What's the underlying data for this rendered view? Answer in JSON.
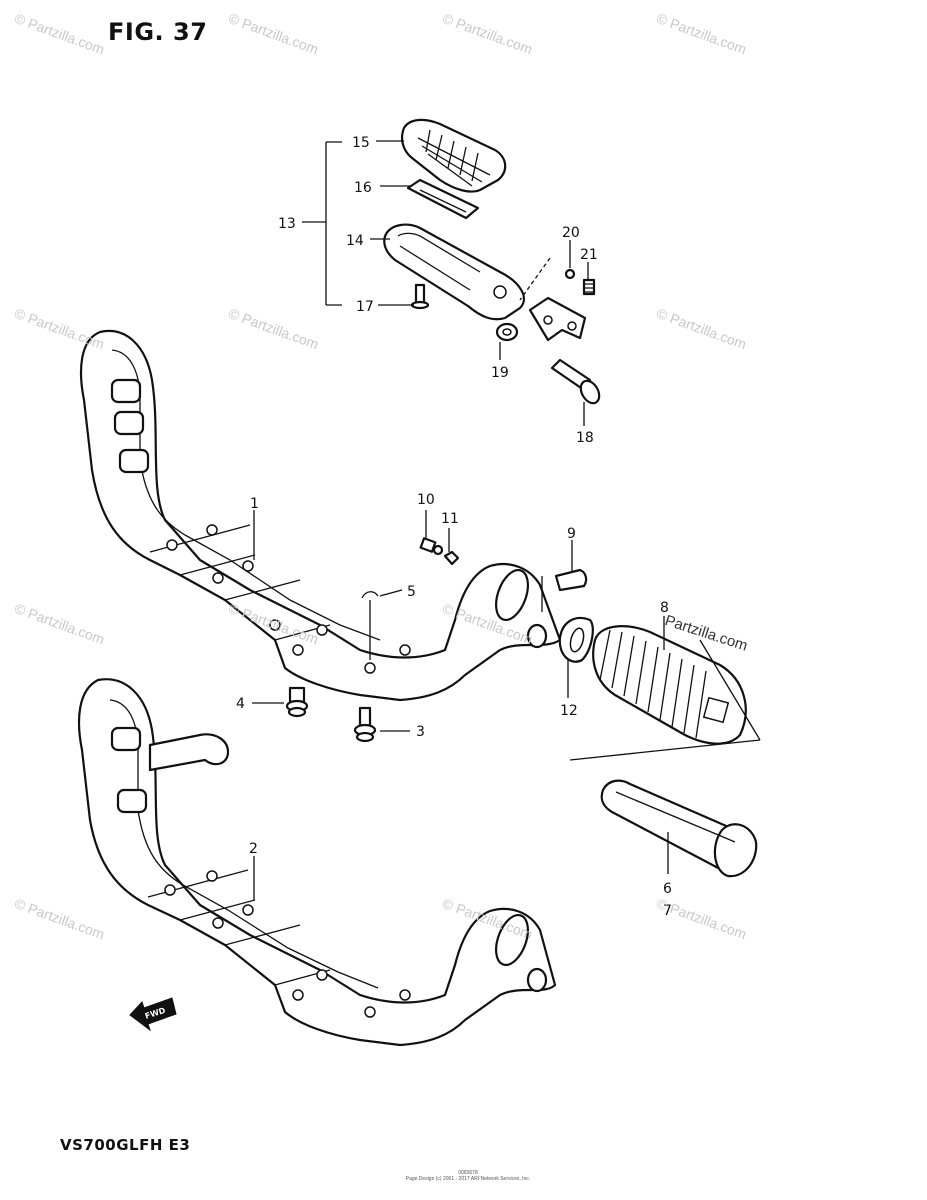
{
  "figure": {
    "title": "FIG. 37",
    "model": "VS700GLFH E3",
    "brand_text": "Partzilla.com",
    "watermark_text": "© Partzilla.com",
    "fwd_label": "FWD",
    "footer_lines": [
      "0083678",
      "Page Design (c) 2001 - 2017 ARI Network Services, Inc."
    ]
  },
  "callouts": {
    "c1": "1",
    "c2": "2",
    "c3": "3",
    "c4": "4",
    "c5": "5",
    "c6": "6",
    "c7": "7",
    "c8": "8",
    "c9": "9",
    "c10": "10",
    "c11": "11",
    "c12": "12",
    "c13": "13",
    "c14": "14",
    "c15": "15",
    "c16": "16",
    "c17": "17",
    "c18": "18",
    "c19": "19",
    "c20": "20",
    "c21": "21"
  }
}
